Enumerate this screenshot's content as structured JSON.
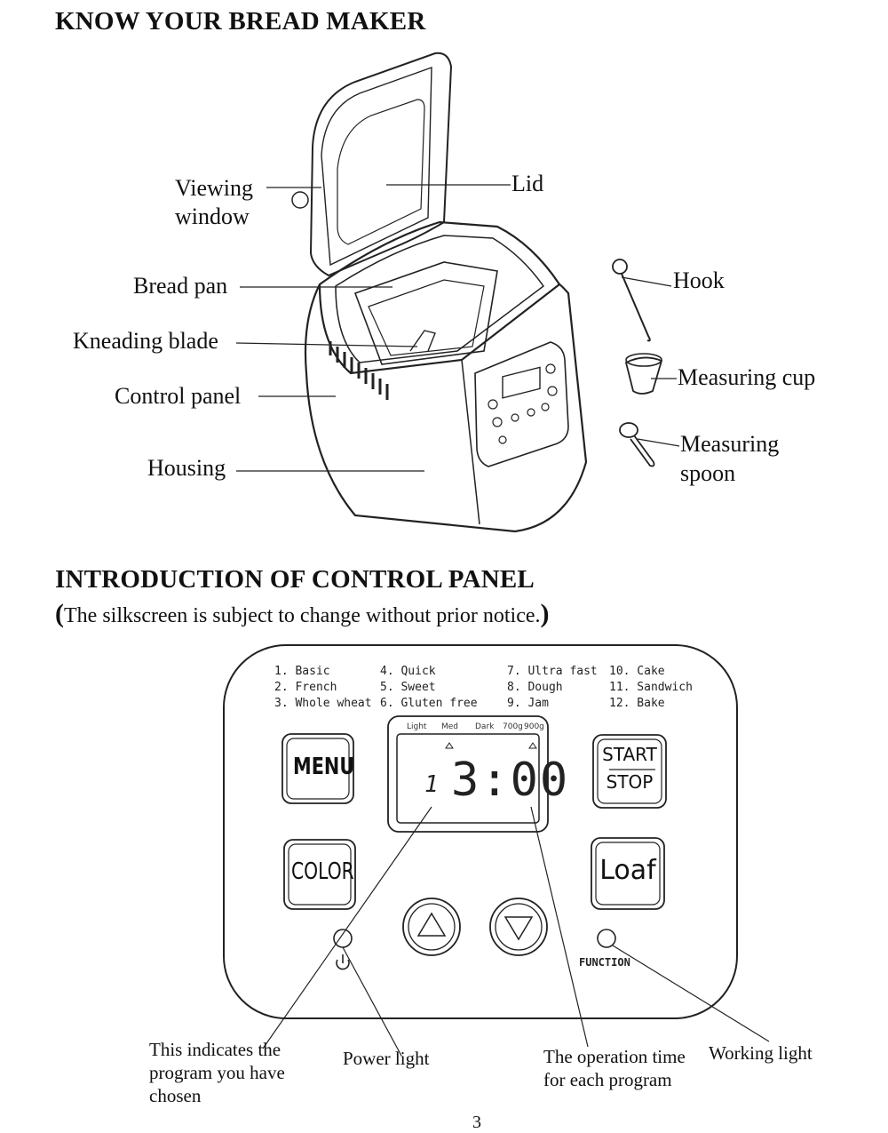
{
  "section1": {
    "title": "KNOW YOUR BREAD MAKER",
    "labels": {
      "viewing_window_1": "Viewing",
      "viewing_window_2": "window",
      "lid": "Lid",
      "bread_pan": "Bread pan",
      "kneading_blade": "Kneading blade",
      "control_panel": "Control panel",
      "housing": "Housing",
      "hook": "Hook",
      "measuring_cup": "Measuring cup",
      "measuring_spoon_1": "Measuring",
      "measuring_spoon_2": "spoon"
    }
  },
  "section2": {
    "title": "INTRODUCTION OF CONTROL PANEL",
    "note_open": "(",
    "note_text": "The silkscreen is subject to change without prior notice.",
    "note_close": ")",
    "programs": [
      "1. Basic",
      "2. French",
      "3. Whole wheat",
      "4. Quick",
      "5. Sweet",
      "6. Gluten free",
      "7. Ultra fast",
      "8. Dough",
      "9. Jam",
      "10. Cake",
      "11. Sandwich",
      "12. Bake"
    ],
    "display_scale": [
      "Light",
      "Med",
      "Dark",
      "700g",
      "900g"
    ],
    "display_program": "1",
    "display_time": "3:00",
    "buttons": {
      "menu": "MENU",
      "start": "START",
      "stop": "STOP",
      "color": "COLOR",
      "loaf": "Loaf"
    },
    "function_label": "FUNCTION",
    "callouts": {
      "program_1": "This indicates the",
      "program_2": "program you have",
      "program_3": "chosen",
      "power_light": "Power light",
      "operation_1": "The operation time",
      "operation_2": "for each program",
      "working_light": "Working light"
    }
  },
  "page_number": "3"
}
